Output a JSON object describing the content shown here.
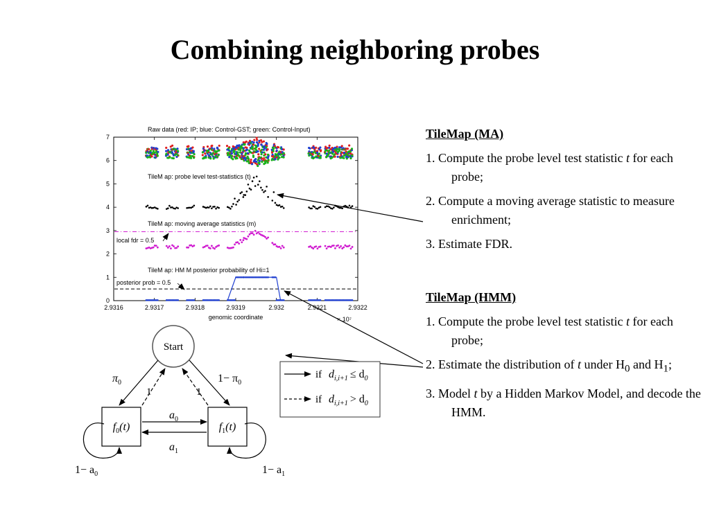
{
  "slide": {
    "title": "Combining neighboring probes"
  },
  "chart_data": {
    "type": "scatter",
    "title": "",
    "xlabel": "genomic coordinate",
    "x_exponent": "× 10⁷",
    "xlim": [
      2.9316,
      2.9322
    ],
    "ylim": [
      0,
      7
    ],
    "x_ticks": [
      "2.9316",
      "2.9317",
      "2.9318",
      "2.9319",
      "2.932",
      "2.9321",
      "2.9322"
    ],
    "y_ticks": [
      "0",
      "1",
      "2",
      "3",
      "4",
      "5",
      "6",
      "7"
    ],
    "panel_labels": [
      "Raw data (red: IP; blue: Control-GST; green: Control-Input)",
      "TileM ap: probe level test-statistics (t)",
      "TileM ap: moving average statistics (m)",
      "TileM ap: HM M posterior probability  of Hi=1"
    ],
    "annotations": [
      "local fdr = 0.5",
      "posterior prob = 0.5"
    ],
    "clusters": [
      [
        2.93168,
        2.93171
      ],
      [
        2.93173,
        2.93176
      ],
      [
        2.93178,
        2.9318
      ],
      [
        2.93182,
        2.93186
      ],
      [
        2.93188,
        2.93192
      ],
      [
        2.93192,
        2.93198
      ],
      [
        2.93199,
        2.93202
      ],
      [
        2.93208,
        2.93211
      ],
      [
        2.93212,
        2.93219
      ]
    ],
    "series": [
      {
        "name": "red: IP",
        "color": "#e02020",
        "mean": 6.4,
        "spread": 0.25
      },
      {
        "name": "blue: Control-GST",
        "color": "#1f3fd0",
        "mean": 6.35,
        "spread": 0.22
      },
      {
        "name": "green: Control-Input",
        "color": "#19b219",
        "mean": 6.3,
        "spread": 0.22
      },
      {
        "name": "",
        "color": "#000000",
        "panel": "t"
      },
      {
        "name": "",
        "color": "#d01cd0",
        "panel": "m"
      },
      {
        "name": "",
        "color": "#1f3fd0",
        "panel": "hmm"
      }
    ],
    "thresholds": [
      {
        "name": "local fdr = 0.5",
        "y": 2.95,
        "color": "#d01cd0"
      },
      {
        "name": "posterior prob = 0.5",
        "y": 0.5,
        "color": "#000000"
      }
    ],
    "hmm_step": {
      "x_start": 2.9319,
      "x_end": 2.932,
      "y_low": 0.02,
      "y_high": 1.0
    }
  },
  "legend": {
    "if_label": "if",
    "cond1": "d",
    "cond1_sub": "i,i+1",
    "cond1_op": "≤ d",
    "cond1_sub2": "0",
    "cond2_op": "> d"
  },
  "hmm_diagram": {
    "start": "Start",
    "pi0": "π",
    "pi0_sub": "0",
    "one_minus_pi0": "1− π",
    "one_minus_pi0_sub": "0",
    "one_left": "1",
    "one_right": "1",
    "f0": "f",
    "f0_sub": "0",
    "f1": "f",
    "f1_sub": "1",
    "arg": "(t)",
    "a0": "a",
    "a0_sub": "0",
    "a1": "a",
    "a1_sub": "1",
    "self0": "1− a",
    "self0_sub": "0",
    "self1": "1− a",
    "self1_sub": "1"
  },
  "ma": {
    "heading": "TileMap (MA)",
    "s1a": "1. Compute the probe level test statistic ",
    "s1t": "t",
    "s1b": " for each probe;",
    "s2": "2.  Compute a moving average statistic to measure enrichment;",
    "s3": "3. Estimate FDR."
  },
  "hmm": {
    "heading": "TileMap (HMM)",
    "s1a": "1. Compute the probe level test statistic ",
    "s1t": "t",
    "s1b": " for each probe;",
    "s2a": "2. Estimate the distribution of ",
    "s2t": "t",
    "s2b": " under ",
    "s2h0": "H",
    "s2h0sub": "0",
    "s2and": " and H",
    "s2h1sub": "1",
    "s2end": ";",
    "s3a": "3. Model ",
    "s3t": "t",
    "s3b": " by a Hidden Markov Model, and decode the HMM."
  }
}
